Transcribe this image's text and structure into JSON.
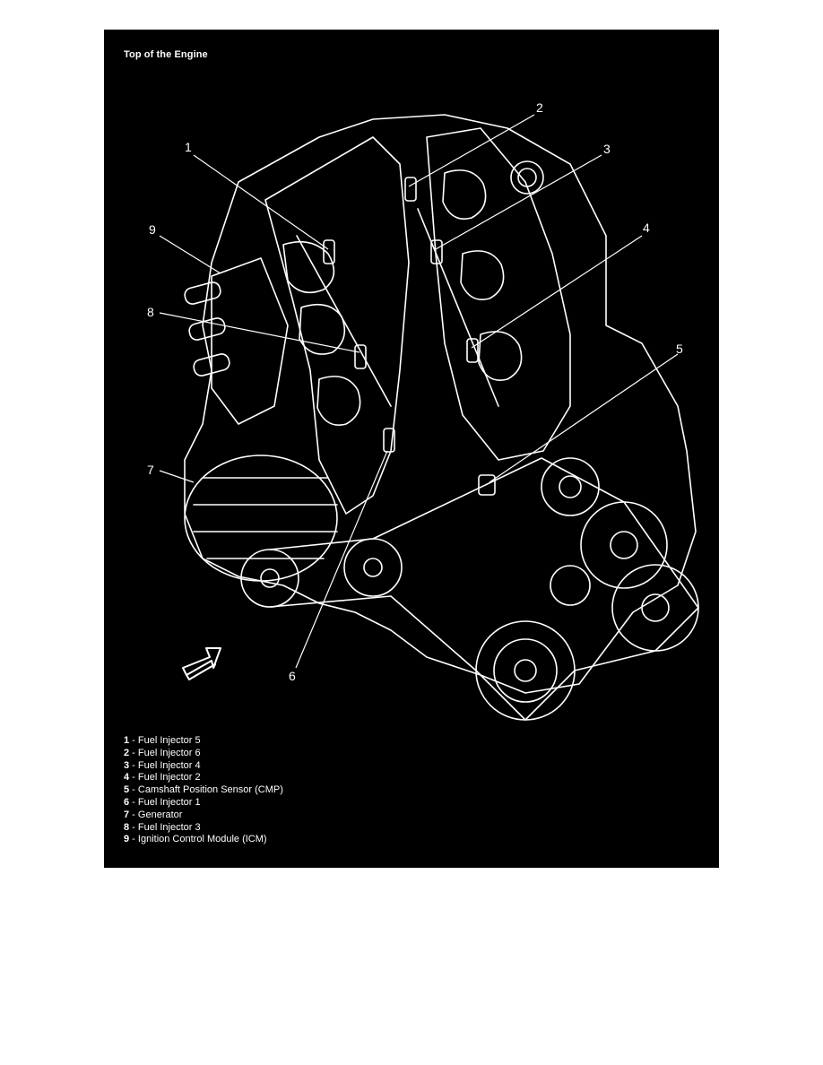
{
  "figure": {
    "title": "Top of the Engine",
    "background": "#000000",
    "line_color": "#ffffff"
  },
  "callouts": [
    {
      "number": "1",
      "label": "Fuel Injector 5"
    },
    {
      "number": "2",
      "label": "Fuel Injector 6"
    },
    {
      "number": "3",
      "label": "Fuel Injector 4"
    },
    {
      "number": "4",
      "label": "Fuel Injector 2"
    },
    {
      "number": "5",
      "label": "Camshaft Position Sensor (CMP)"
    },
    {
      "number": "6",
      "label": "Fuel Injector 1"
    },
    {
      "number": "7",
      "label": "Generator"
    },
    {
      "number": "8",
      "label": "Fuel Injector 3"
    },
    {
      "number": "9",
      "label": "Ignition Control Module (ICM)"
    }
  ],
  "legend": {
    "separator": " - "
  },
  "icons": {
    "direction_arrow": "front-direction-arrow-icon"
  }
}
